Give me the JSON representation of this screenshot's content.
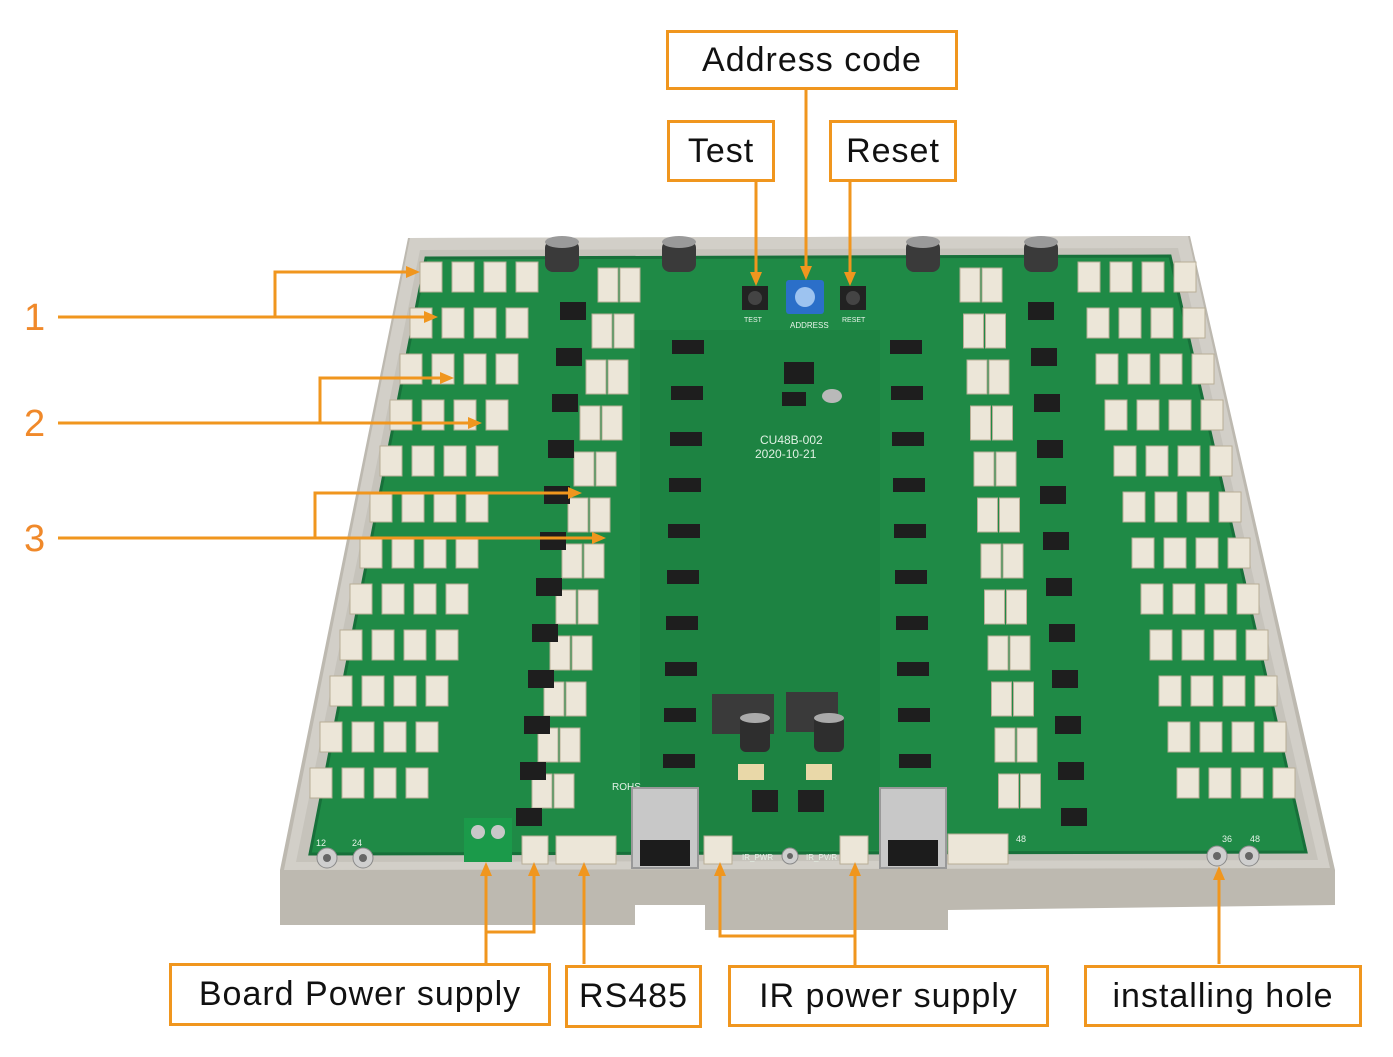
{
  "labels": {
    "address_code": "Address code",
    "test": "Test",
    "reset": "Reset",
    "board_power_supply": "Board Power supply",
    "rs485": "RS485",
    "ir_power_supply": "IR power supply",
    "installing_hole": "installing hole",
    "num_1": "1",
    "num_2": "2",
    "num_3": "3"
  },
  "board_print": {
    "model": "CU48B-002",
    "date": "2020-10-21",
    "address": "ADDRESS",
    "test_label": "TEST",
    "reset_label": "RESET",
    "rohs": "ROHS",
    "ir_pwr": "IR_PWR",
    "ir_pv": "IR_PV/R",
    "n12": "12",
    "n24": "24",
    "n36": "36",
    "n48a": "48",
    "n48b": "48"
  },
  "colors": {
    "accent": "#f0961e",
    "pcb": "#1f8a46",
    "housing": "#c9c6be",
    "connector": "#ece6d8"
  }
}
